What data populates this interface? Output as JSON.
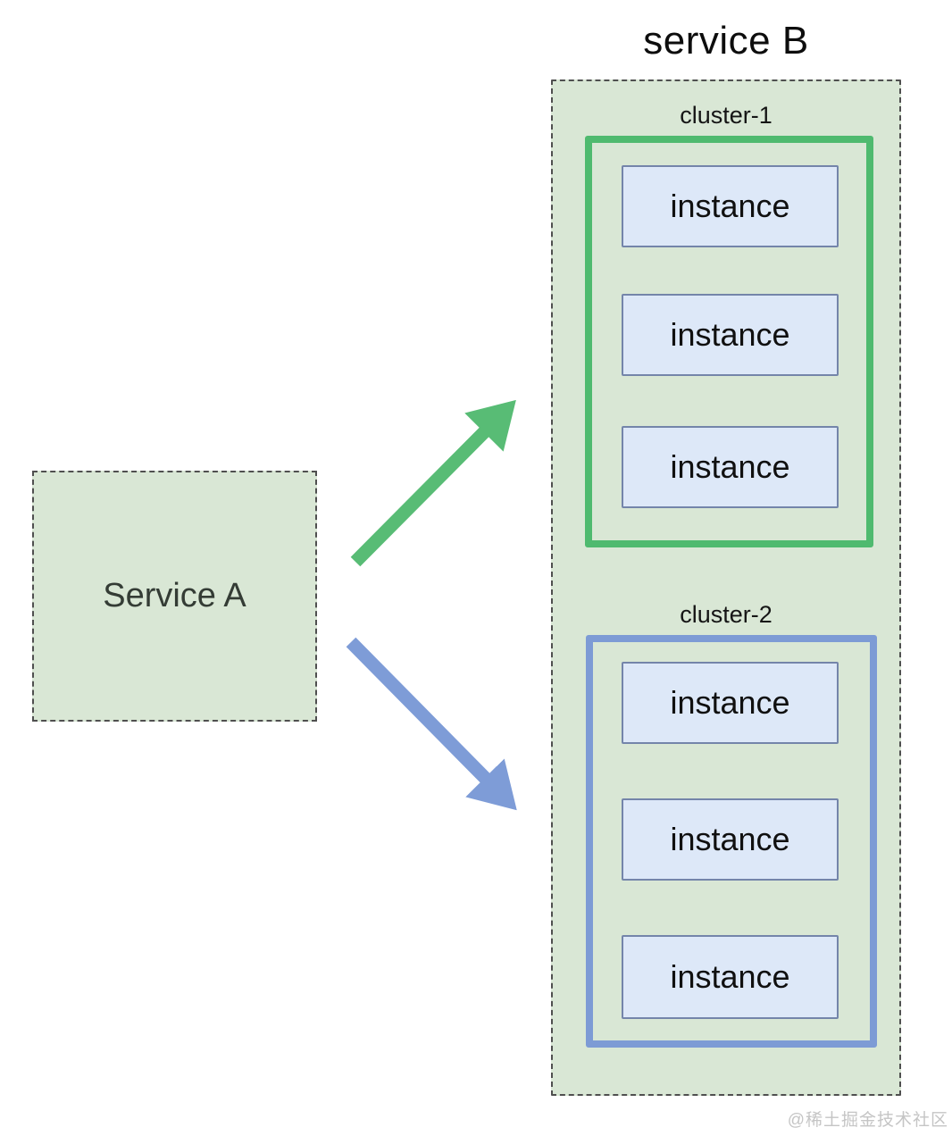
{
  "title": "service B",
  "service_a": {
    "label": "Service A"
  },
  "service_b": {
    "clusters": [
      {
        "name": "cluster-1",
        "border_color": "#4fba6f",
        "instances": [
          "instance",
          "instance",
          "instance"
        ]
      },
      {
        "name": "cluster-2",
        "border_color": "#7d9bd5",
        "instances": [
          "instance",
          "instance",
          "instance"
        ]
      }
    ]
  },
  "arrows": [
    {
      "from": "service-a",
      "to": "cluster-1",
      "color": "#58bc75"
    },
    {
      "from": "service-a",
      "to": "cluster-2",
      "color": "#7e9cd7"
    }
  ],
  "watermark": "@稀土掘金技术社区",
  "colors": {
    "canvas_bg": "#ffffff",
    "container_fill": "#d9e7d5",
    "dashed_border": "#4f4f4f",
    "instance_fill": "#dde8f8",
    "instance_border": "#7485aa",
    "cluster1_green": "#4fba6f",
    "cluster2_blue": "#7d9bd5",
    "text_dark": "#151515",
    "watermark_gray": "#c5c5c5"
  }
}
